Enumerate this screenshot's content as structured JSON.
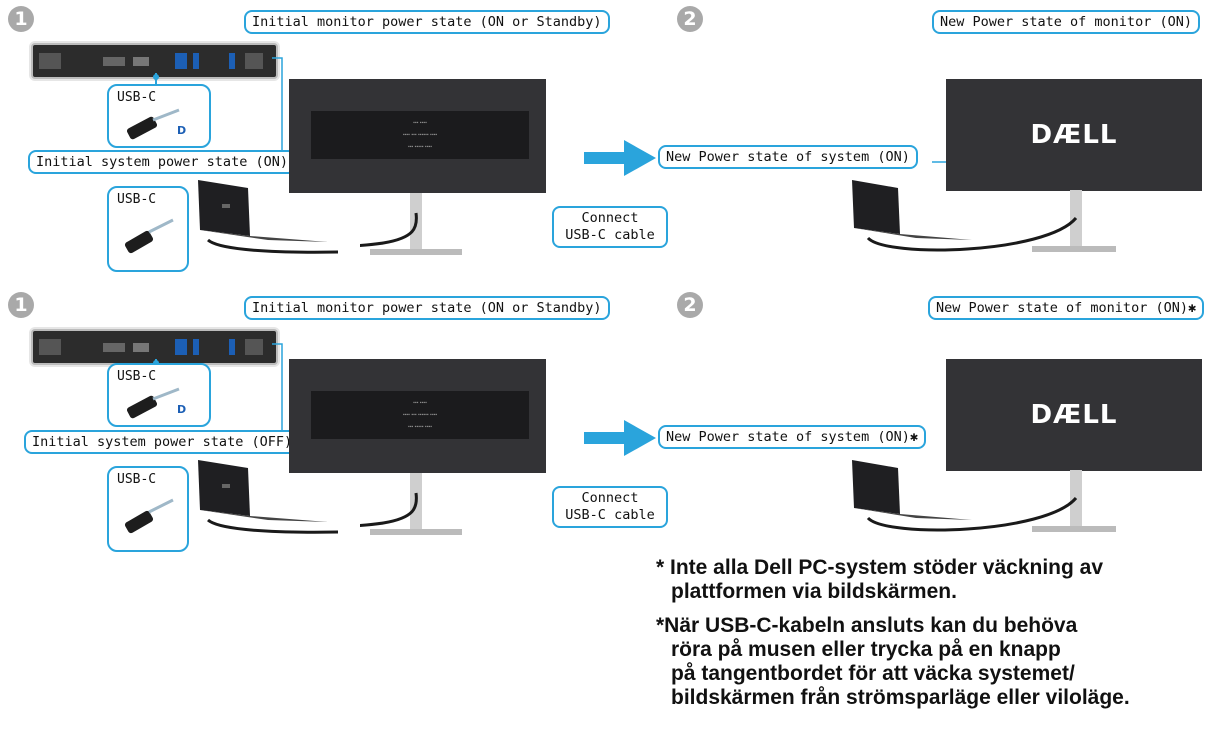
{
  "rows": [
    {
      "step_before": "1",
      "step_after": "2",
      "initial_monitor": "Initial monitor power state (ON or Standby)",
      "initial_system": "Initial system power state (ON)",
      "new_monitor": "New Power state of monitor (ON)",
      "new_system": "New Power state of system (ON)",
      "usbc_top": "USB-C",
      "usbc_laptop": "USB-C",
      "connect_line1": "Connect",
      "connect_line2": "USB-C cable",
      "logo": "DÆLL"
    },
    {
      "step_before": "1",
      "step_after": "2",
      "initial_monitor": "Initial monitor power state (ON or Standby)",
      "initial_system": "Initial system power state (OFF)",
      "new_monitor": "New Power state of monitor (ON)✱",
      "new_system": "New Power state of system (ON)✱",
      "usbc_top": "USB-C",
      "usbc_laptop": "USB-C",
      "connect_line1": "Connect",
      "connect_line2": "USB-C cable",
      "logo": "DÆLL"
    }
  ],
  "notes": {
    "note1_line1": "* Inte alla Dell PC-system stöder väckning av",
    "note1_line2": "plattformen via bildskärmen.",
    "note2_line1": "*När USB-C-kabeln ansluts kan du behöva",
    "note2_line2": "röra på musen eller trycka på en knapp",
    "note2_line3": "på tangentbordet för att väcka systemet/",
    "note2_line4": "bildskärmen från strömsparläge eller viloläge."
  },
  "colors": {
    "accent": "#2aa4dc",
    "monitor": "#333336",
    "step_circle": "#a9a9a9"
  }
}
